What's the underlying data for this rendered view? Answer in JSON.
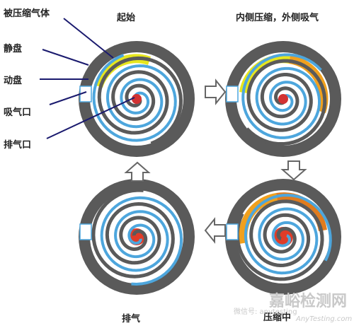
{
  "labels": {
    "compressed_gas": "被压缩气体",
    "fixed_scroll": "静盘",
    "orbiting_scroll": "动盘",
    "suction_port": "吸气口",
    "discharge_port": "排气口"
  },
  "stages": {
    "start": "起始",
    "inner_compress_outer_suction": "内侧压缩，外侧吸气",
    "compressing": "压缩中",
    "discharge": "排气"
  },
  "watermark": {
    "brand": "嘉峪检测网",
    "wechat": "微信号: anytesting",
    "site": "AnyTesting.com"
  },
  "colors": {
    "housing": "#5a5a5a",
    "fixed_scroll": "#ffffff",
    "orbiting_scroll": "#4da6dd",
    "gas_yellow": "#e6e61e",
    "gas_orange": "#f0a01e",
    "gas_red": "#e03c28",
    "port_red": "#d23232"
  }
}
